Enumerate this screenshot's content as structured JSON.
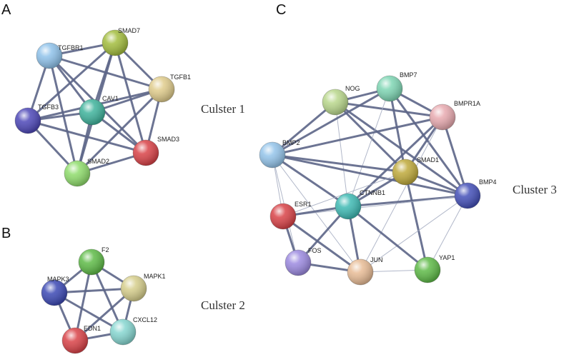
{
  "panels": [
    {
      "letter": "A",
      "cluster_label": "Culster 1",
      "nodes": [
        {
          "id": "TGFBR1",
          "label": "TGFBR1",
          "color": "#8fc2ea"
        },
        {
          "id": "SMAD7",
          "label": "SMAD7",
          "color": "#a3bd3e"
        },
        {
          "id": "TGFB1",
          "label": "TGFB1",
          "color": "#e0cc8c"
        },
        {
          "id": "CAV1",
          "label": "CAV1",
          "color": "#3fb39c"
        },
        {
          "id": "TGFB3",
          "label": "TGFB3",
          "color": "#4e48b8"
        },
        {
          "id": "SMAD3",
          "label": "SMAD3",
          "color": "#d94348"
        },
        {
          "id": "SMAD2",
          "label": "SMAD2",
          "color": "#8fdc6c"
        }
      ],
      "edges": [
        [
          "TGFBR1",
          "SMAD7",
          "thick"
        ],
        [
          "TGFBR1",
          "TGFB1",
          "thick"
        ],
        [
          "TGFBR1",
          "CAV1",
          "thick"
        ],
        [
          "TGFBR1",
          "TGFB3",
          "thick"
        ],
        [
          "TGFBR1",
          "SMAD3",
          "thick"
        ],
        [
          "TGFBR1",
          "SMAD2",
          "thick"
        ],
        [
          "SMAD7",
          "TGFB1",
          "thick"
        ],
        [
          "SMAD7",
          "CAV1",
          "thick"
        ],
        [
          "SMAD7",
          "TGFB3",
          "thick"
        ],
        [
          "SMAD7",
          "SMAD3",
          "thick"
        ],
        [
          "SMAD7",
          "SMAD2",
          "thick"
        ],
        [
          "TGFB1",
          "CAV1",
          "thick"
        ],
        [
          "TGFB1",
          "TGFB3",
          "thick"
        ],
        [
          "TGFB1",
          "SMAD3",
          "thick"
        ],
        [
          "TGFB1",
          "SMAD2",
          "thick"
        ],
        [
          "CAV1",
          "TGFB3",
          "thick"
        ],
        [
          "CAV1",
          "SMAD3",
          "thick"
        ],
        [
          "CAV1",
          "SMAD2",
          "thick"
        ],
        [
          "TGFB3",
          "SMAD3",
          "thick"
        ],
        [
          "TGFB3",
          "SMAD2",
          "thick"
        ],
        [
          "SMAD3",
          "SMAD2",
          "thick"
        ]
      ]
    },
    {
      "letter": "B",
      "cluster_label": "Culster 2",
      "nodes": [
        {
          "id": "F2",
          "label": "F2",
          "color": "#5fbb48"
        },
        {
          "id": "MAPK1",
          "label": "MAPK1",
          "color": "#d6ce8c"
        },
        {
          "id": "MAPK3",
          "label": "MAPK3",
          "color": "#3c49b4"
        },
        {
          "id": "CXCL12",
          "label": "CXCL12",
          "color": "#86d6d0"
        },
        {
          "id": "EDN1",
          "label": "EDN1",
          "color": "#d94348"
        }
      ],
      "edges": [
        [
          "F2",
          "MAPK1",
          "thick"
        ],
        [
          "F2",
          "MAPK3",
          "thick"
        ],
        [
          "F2",
          "CXCL12",
          "thick"
        ],
        [
          "F2",
          "EDN1",
          "thick"
        ],
        [
          "MAPK1",
          "MAPK3",
          "thick"
        ],
        [
          "MAPK1",
          "CXCL12",
          "thick"
        ],
        [
          "MAPK1",
          "EDN1",
          "thick"
        ],
        [
          "MAPK3",
          "CXCL12",
          "thick"
        ],
        [
          "MAPK3",
          "EDN1",
          "thick"
        ],
        [
          "CXCL12",
          "EDN1",
          "thick"
        ]
      ]
    },
    {
      "letter": "C",
      "cluster_label": "Cluster 3",
      "nodes": [
        {
          "id": "NOG",
          "label": "NOG",
          "color": "#b9d78c"
        },
        {
          "id": "BMP7",
          "label": "BMP7",
          "color": "#7fd6b4"
        },
        {
          "id": "BMPR1A",
          "label": "BMPR1A",
          "color": "#e8aab0"
        },
        {
          "id": "BMP2",
          "label": "BMP2",
          "color": "#94c4ea"
        },
        {
          "id": "SMAD1",
          "label": "SMAD1",
          "color": "#bfaa3c"
        },
        {
          "id": "BMP4",
          "label": "BMP4",
          "color": "#4450b8"
        },
        {
          "id": "CTNNB1",
          "label": "CTNNB1",
          "color": "#3fbab4"
        },
        {
          "id": "ESR1",
          "label": "ESR1",
          "color": "#d94348"
        },
        {
          "id": "FOS",
          "label": "FOS",
          "color": "#9c8ae0"
        },
        {
          "id": "JUN",
          "label": "JUN",
          "color": "#e8bc96"
        },
        {
          "id": "YAP1",
          "label": "YAP1",
          "color": "#5fba48"
        }
      ],
      "edges": [
        [
          "NOG",
          "BMP7",
          "thick"
        ],
        [
          "NOG",
          "BMPR1A",
          "thick"
        ],
        [
          "NOG",
          "BMP2",
          "thick"
        ],
        [
          "NOG",
          "SMAD1",
          "thick"
        ],
        [
          "NOG",
          "BMP4",
          "thick"
        ],
        [
          "NOG",
          "CTNNB1",
          "thin"
        ],
        [
          "BMP7",
          "BMPR1A",
          "thick"
        ],
        [
          "BMP7",
          "BMP2",
          "thick"
        ],
        [
          "BMP7",
          "SMAD1",
          "thick"
        ],
        [
          "BMP7",
          "BMP4",
          "thick"
        ],
        [
          "BMP7",
          "CTNNB1",
          "thin"
        ],
        [
          "BMPR1A",
          "BMP2",
          "thick"
        ],
        [
          "BMPR1A",
          "SMAD1",
          "thick"
        ],
        [
          "BMPR1A",
          "BMP4",
          "thick"
        ],
        [
          "BMPR1A",
          "CTNNB1",
          "thick"
        ],
        [
          "BMPR1A",
          "JUN",
          "thin"
        ],
        [
          "BMP2",
          "SMAD1",
          "thick"
        ],
        [
          "BMP2",
          "BMP4",
          "thick"
        ],
        [
          "BMP2",
          "CTNNB1",
          "thick"
        ],
        [
          "BMP2",
          "ESR1",
          "thin"
        ],
        [
          "BMP2",
          "FOS",
          "thin"
        ],
        [
          "BMP2",
          "JUN",
          "thin"
        ],
        [
          "SMAD1",
          "BMP4",
          "thick"
        ],
        [
          "SMAD1",
          "CTNNB1",
          "thick"
        ],
        [
          "SMAD1",
          "YAP1",
          "thick"
        ],
        [
          "BMP4",
          "CTNNB1",
          "thick"
        ],
        [
          "BMP4",
          "ESR1",
          "thin"
        ],
        [
          "BMP4",
          "JUN",
          "thin"
        ],
        [
          "BMP4",
          "YAP1",
          "thin"
        ],
        [
          "CTNNB1",
          "ESR1",
          "thick"
        ],
        [
          "CTNNB1",
          "FOS",
          "thick"
        ],
        [
          "CTNNB1",
          "JUN",
          "thick"
        ],
        [
          "CTNNB1",
          "YAP1",
          "thick"
        ],
        [
          "ESR1",
          "FOS",
          "thick"
        ],
        [
          "ESR1",
          "JUN",
          "thick"
        ],
        [
          "FOS",
          "JUN",
          "thick"
        ],
        [
          "JUN",
          "YAP1",
          "thin"
        ],
        [
          "ESR1",
          "SMAD1",
          "thin"
        ]
      ]
    }
  ]
}
